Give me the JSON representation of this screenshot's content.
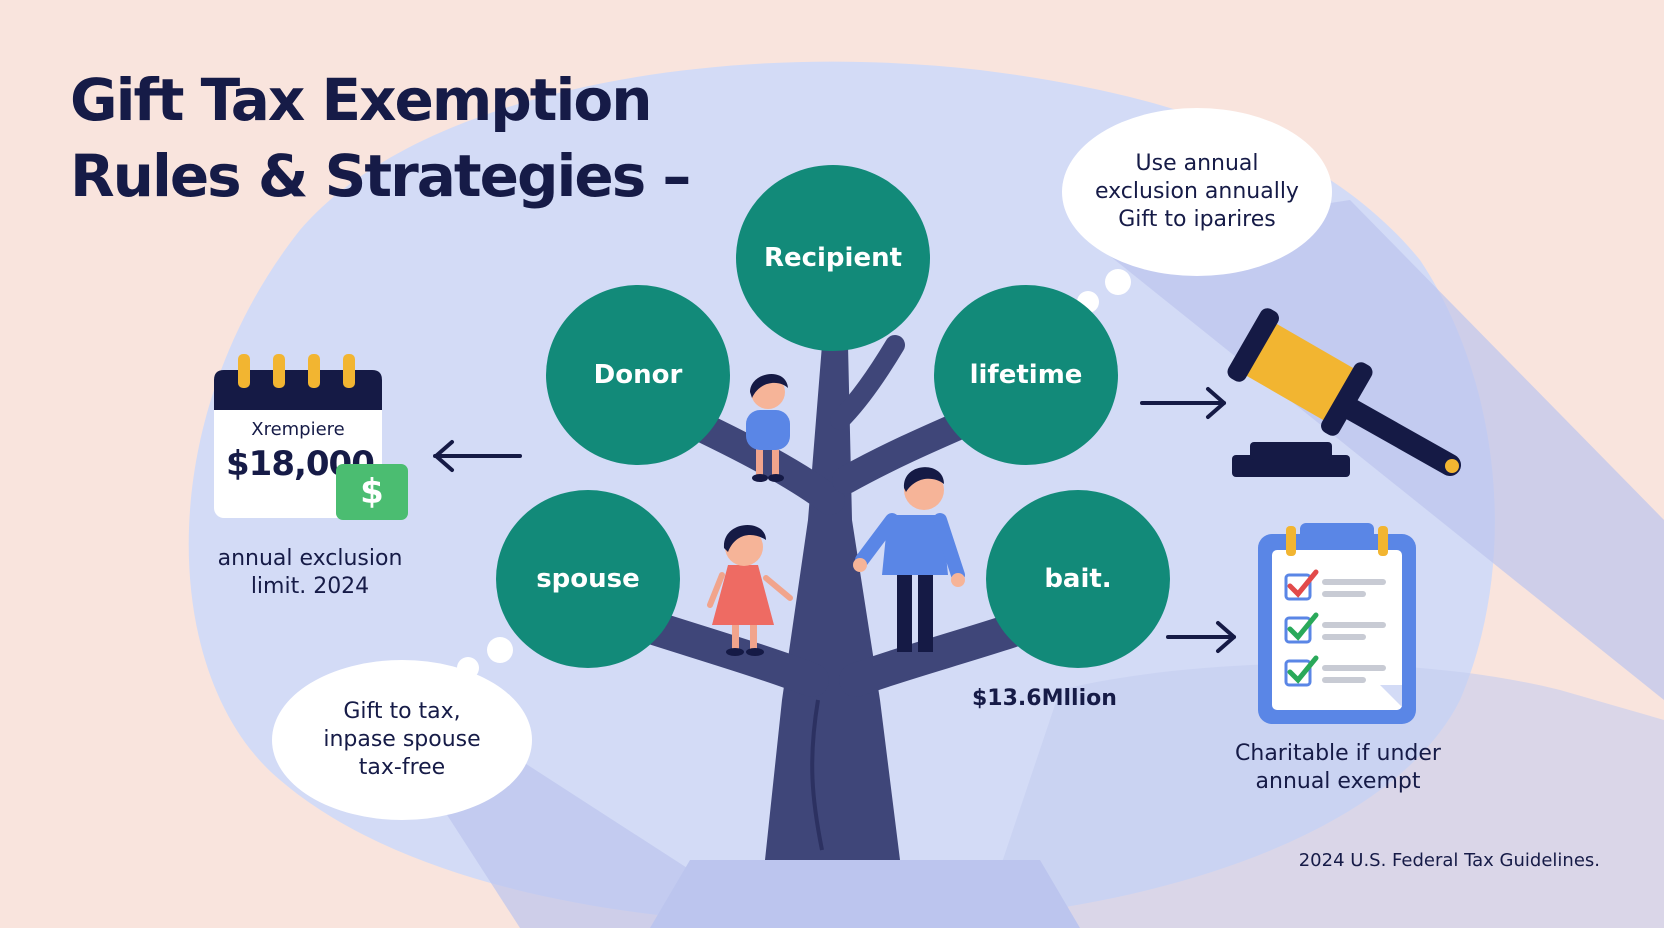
{
  "title": {
    "line1": "Gift Tax Exemption",
    "line2": "Rules & Strategies –"
  },
  "nodes": {
    "recipient": "Recipient",
    "donor": "Donor",
    "lifetime": "lifetime",
    "spouse": "spouse",
    "bait": "bait."
  },
  "bubbles": {
    "top_right": [
      "Use annual",
      "exclusion annually",
      "Gift to iparires"
    ],
    "bottom_left": [
      "Gift to tax,",
      "inpase spouse",
      "tax-free"
    ]
  },
  "calendar": {
    "subtitle": "Xrempiere",
    "amount": "$18,000",
    "badge": "$"
  },
  "labels": {
    "annual_exclusion": [
      "annual exclusion",
      "limit. 2024"
    ],
    "lifetime_amount": "$13.6Mllion",
    "charitable": [
      "Charitable if under",
      "annual exempt"
    ]
  },
  "footer": "2024 U.S. Federal Tax Guidelines.",
  "colors": {
    "background": "#f9e4dd",
    "blob": "#d3dbf6",
    "node": "#128a79",
    "navy": "#151a45",
    "trunk": "#3f4679",
    "gold": "#f2b531",
    "money_green": "#4bbd71",
    "clipboard_blue": "#5a86e6"
  },
  "icons": [
    "calendar-icon",
    "gavel-icon",
    "clipboard-checklist-icon",
    "arrow-left-icon",
    "arrow-right-icon"
  ]
}
